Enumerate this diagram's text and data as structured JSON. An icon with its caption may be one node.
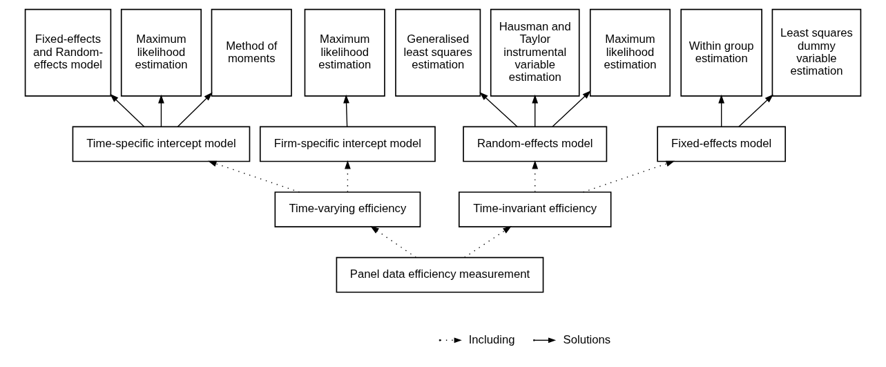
{
  "diagram": {
    "nodes": [
      {
        "text": [
          "Panel data efficiency measurement"
        ]
      },
      {
        "text": [
          "Time-varying efficiency"
        ]
      },
      {
        "text": [
          "Time-invariant efficiency"
        ]
      },
      {
        "text": [
          "Time-specific intercept model"
        ]
      },
      {
        "text": [
          "Firm-specific intercept model"
        ]
      },
      {
        "text": [
          "Random-effects model"
        ]
      },
      {
        "text": [
          "Fixed-effects model"
        ]
      },
      {
        "text": [
          "Fixed-effects and Random-effects model"
        ]
      },
      {
        "text": [
          "Maximum likelihood estimation"
        ]
      },
      {
        "text": [
          "Method of moments"
        ]
      },
      {
        "text": [
          "Maximum likelihood estimation"
        ]
      },
      {
        "text": [
          "Generalised least squares estimation"
        ]
      },
      {
        "text": [
          "Hausman and Taylor instrumental variable estimation"
        ]
      },
      {
        "text": [
          "Maximum likelihood estimation"
        ]
      },
      {
        "text": [
          "Within group estimation"
        ]
      },
      {
        "text": [
          "Least squares dummy variable estimation"
        ]
      }
    ],
    "edges": [
      {
        "from": 0,
        "to": 1,
        "arrow": "to",
        "style": "dashed"
      },
      {
        "from": 0,
        "to": 2,
        "arrow": "to",
        "style": "dashed"
      },
      {
        "from": 1,
        "to": 3,
        "arrow": "to",
        "style": "dashed"
      },
      {
        "from": 1,
        "to": 4,
        "arrow": "to",
        "style": "dashed"
      },
      {
        "from": 2,
        "to": 5,
        "arrow": "to",
        "style": "dashed"
      },
      {
        "from": 2,
        "to": 6,
        "arrow": "to",
        "style": "dashed"
      },
      {
        "from": 3,
        "to": 7,
        "arrow": "to"
      },
      {
        "from": 3,
        "to": 8,
        "arrow": "to"
      },
      {
        "from": 3,
        "to": 9,
        "arrow": "to"
      },
      {
        "from": 4,
        "to": 10,
        "arrow": "to"
      },
      {
        "from": 5,
        "to": 11,
        "arrow": "to"
      },
      {
        "from": 5,
        "to": 12,
        "arrow": "to"
      },
      {
        "from": 5,
        "to": 13,
        "arrow": "to"
      },
      {
        "from": 6,
        "to": 14,
        "arrow": "to"
      },
      {
        "from": 6,
        "to": 15,
        "arrow": "to"
      }
    ],
    "legend": [
      {
        "text": "Including"
      },
      {
        "text": "Solutions"
      }
    ]
  }
}
